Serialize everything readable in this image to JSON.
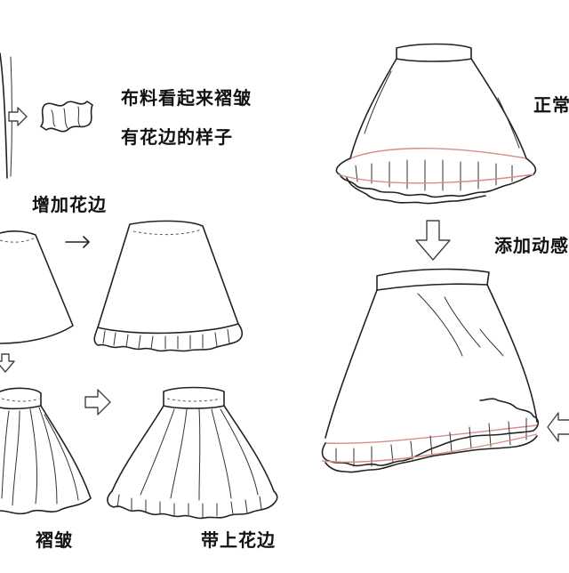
{
  "labels": {
    "fabric_gathered": "布料看起来褶皱",
    "lace_look": "有花边的样子",
    "add_lace": "增加花边",
    "normal": "正常",
    "add_motion": "添加动感",
    "gathers": "褶皱",
    "with_lace": "带上花边"
  },
  "colors": {
    "ink": "#222222",
    "lace_accent": "#d98c8c",
    "background": "#ffffff"
  },
  "icons": [
    "right-arrow-icon",
    "down-arrow-icon",
    "left-arrow-icon"
  ]
}
